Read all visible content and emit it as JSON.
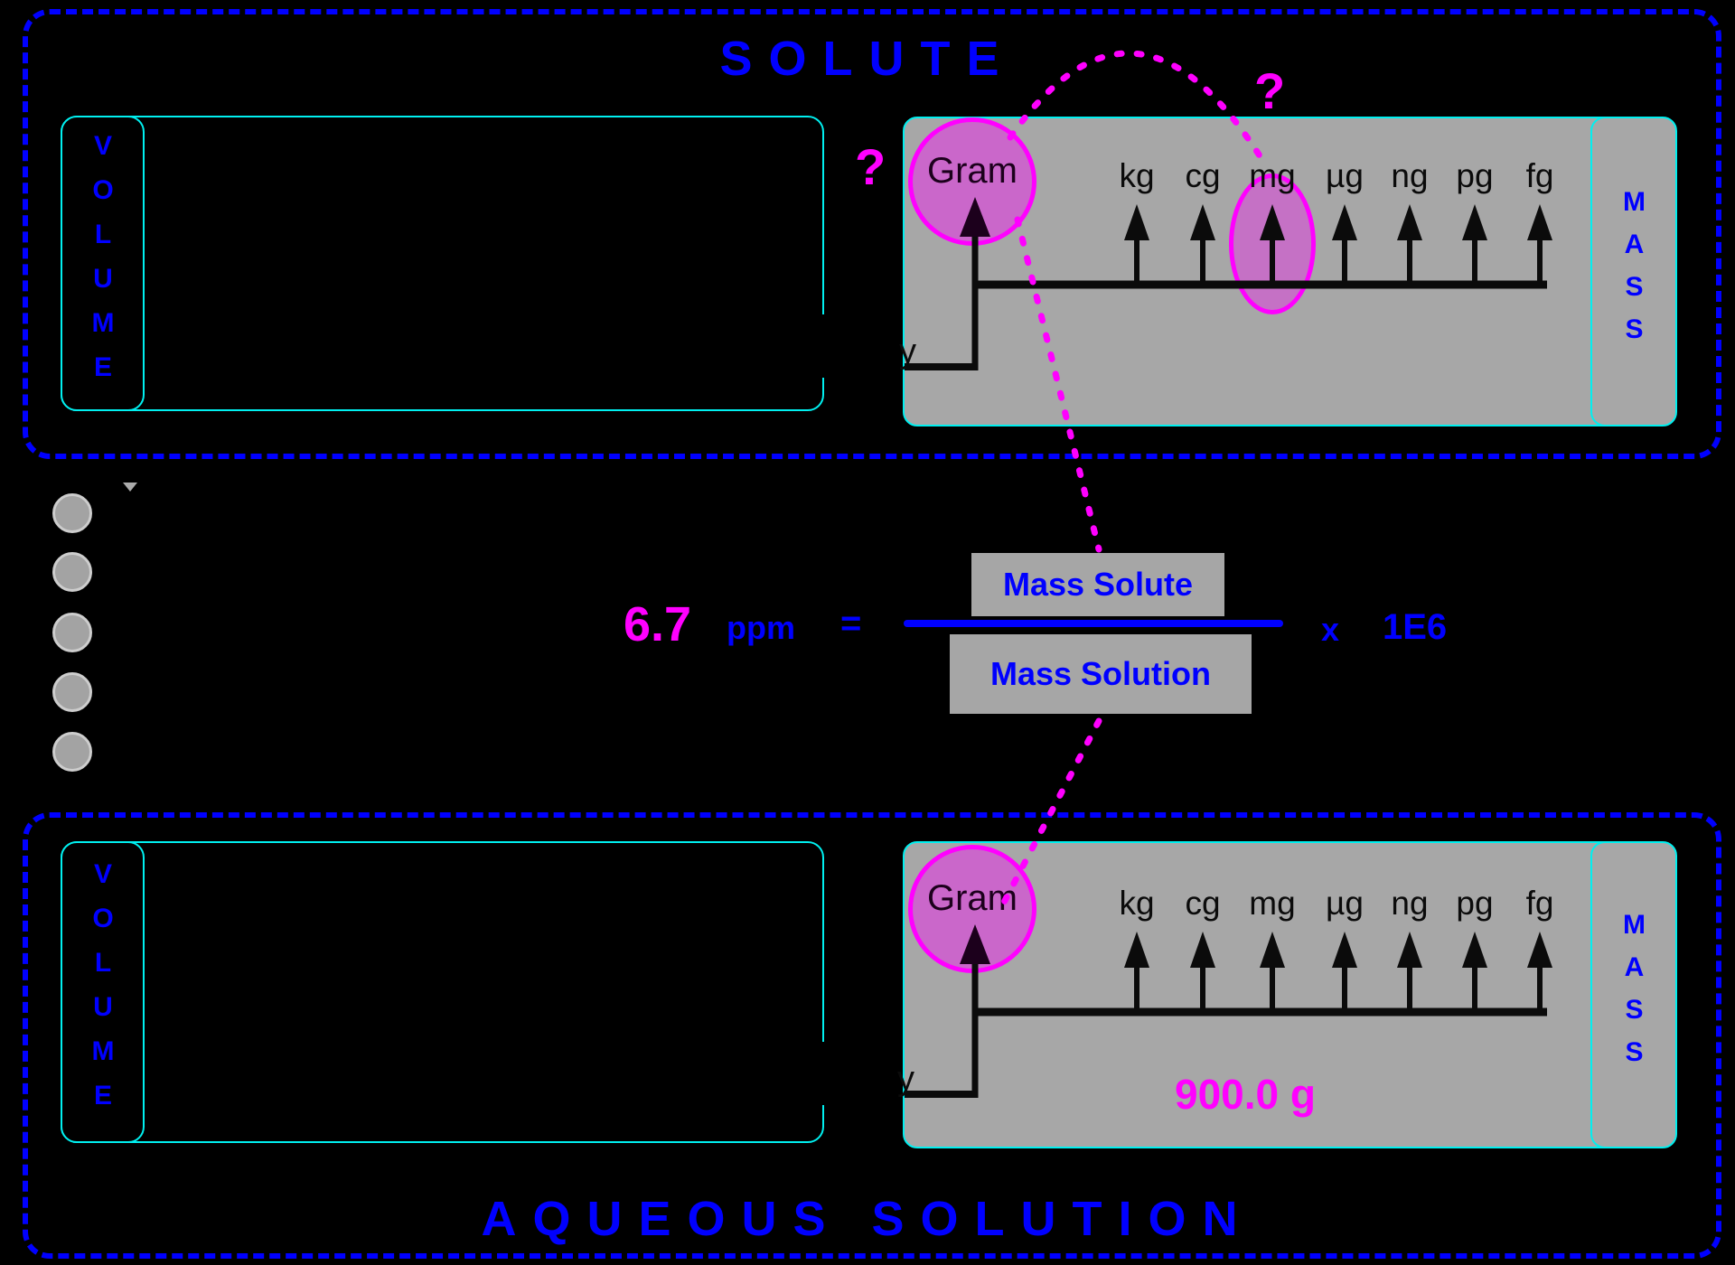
{
  "titles": {
    "top_box": "SOLUTE",
    "bottom_box": "AQUEOUS SOLUTION"
  },
  "axis_labels": {
    "volume": "VOLUME",
    "mass": "MASS"
  },
  "units": {
    "base": "Gram",
    "list": [
      "kg",
      "cg",
      "mg",
      "µg",
      "ng",
      "pg",
      "fg"
    ]
  },
  "equation": {
    "value": "6.7",
    "unit": "ppm",
    "equals": "=",
    "numerator": "Mass Solute",
    "denominator": "Mass Solution",
    "times": "x",
    "factor": "1E6"
  },
  "annotations": {
    "question_mark_gram": "?",
    "question_mark_mg": "?",
    "hidden_label_tail": "y",
    "solution_mass": "900.0 g"
  },
  "colors": {
    "accent_blue": "#0000FF",
    "accent_magenta": "#FF00FF",
    "accent_cyan": "#00F0F0",
    "panel_gray": "#A7A7A7",
    "circle_fill": "#CA67CA",
    "background": "#000000"
  }
}
